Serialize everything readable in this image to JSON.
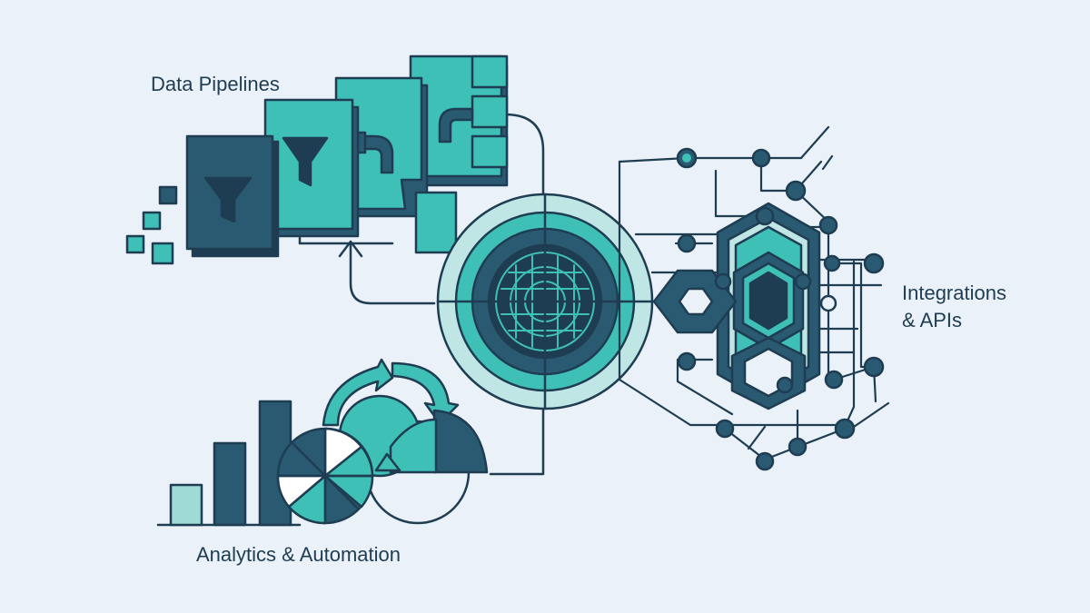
{
  "labels": {
    "pipelines": "Data Pipelines",
    "integrations_line1": "Integrations",
    "integrations_line2": "& APIs",
    "analytics": "Analytics & Automation"
  },
  "icons": {
    "pipelines": "funnel-icon",
    "pipes": "pipe-elbow-icon",
    "hub": "radar-grid-icon",
    "integrations": "hexagon-network-icon",
    "analytics": "bar-chart-icon",
    "automation": "cycle-arrows-icon"
  },
  "colors": {
    "background": "#eaf1f8",
    "navy": "#1f3d52",
    "dark_teal": "#2a5a72",
    "teal": "#3fc0b6",
    "light_teal": "#9fdad6",
    "pale_teal": "#bfe6e4"
  }
}
